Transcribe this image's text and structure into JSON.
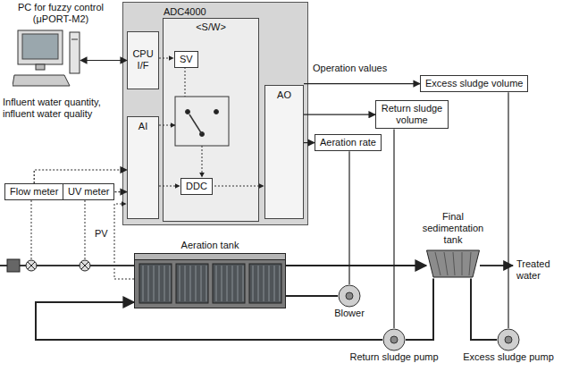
{
  "diagram": {
    "nodes": [
      {
        "text": [
          "PC for fuzzy control (μPORT-M2)"
        ]
      },
      {
        "text": [
          "ADC4000"
        ]
      },
      {
        "text": [
          "CPU I/F"
        ],
        "in": 1
      },
      {
        "text": [
          "<S/W>"
        ],
        "in": 1
      },
      {
        "text": [
          "SV"
        ],
        "in": 3
      },
      {
        "text": [
          "DDC"
        ],
        "in": 3
      },
      {
        "text": [
          "AI"
        ],
        "in": 1
      },
      {
        "text": [
          "AO"
        ],
        "in": 1
      },
      {
        "text": [
          "Excess sludge volume"
        ]
      },
      {
        "text": [
          "Return sludge volume"
        ]
      },
      {
        "text": [
          "Aeration rate"
        ]
      },
      {
        "text": [
          "Flow meter"
        ]
      },
      {
        "text": [
          "UV meter"
        ]
      },
      {
        "text": [
          "Aeration tank"
        ]
      },
      {
        "text": [
          "Final sedimentation tank"
        ]
      },
      {
        "text": [
          "Blower"
        ]
      },
      {
        "text": [
          "Return sludge pump"
        ]
      },
      {
        "text": [
          "Excess sludge pump"
        ]
      }
    ],
    "edges": [
      {
        "from": 0,
        "to": 2,
        "arrow": "both"
      },
      {
        "from": 11,
        "to": 6,
        "arrow": "to"
      },
      {
        "from": 12,
        "to": 6,
        "arrow": "to"
      },
      {
        "from": 7,
        "to": 8,
        "arrow": "to"
      },
      {
        "from": 7,
        "to": 9,
        "arrow": "to"
      },
      {
        "from": 7,
        "to": 10,
        "arrow": "to"
      },
      {
        "from": 10,
        "to": 15,
        "arrow": "none"
      },
      {
        "from": 9,
        "to": 16,
        "arrow": "none"
      },
      {
        "from": 8,
        "to": 17,
        "arrow": "none"
      },
      {
        "from": 13,
        "to": 14,
        "arrow": "to"
      },
      {
        "from": 15,
        "to": 13,
        "arrow": "none"
      },
      {
        "from": 14,
        "to": 16,
        "arrow": "none"
      },
      {
        "from": 14,
        "to": 17,
        "arrow": "none"
      },
      {
        "from": 16,
        "to": 13,
        "arrow": "to"
      }
    ],
    "labels": [
      "Operation values",
      "Influent water quantity, influent water quality",
      "PV",
      "Treated water"
    ]
  }
}
